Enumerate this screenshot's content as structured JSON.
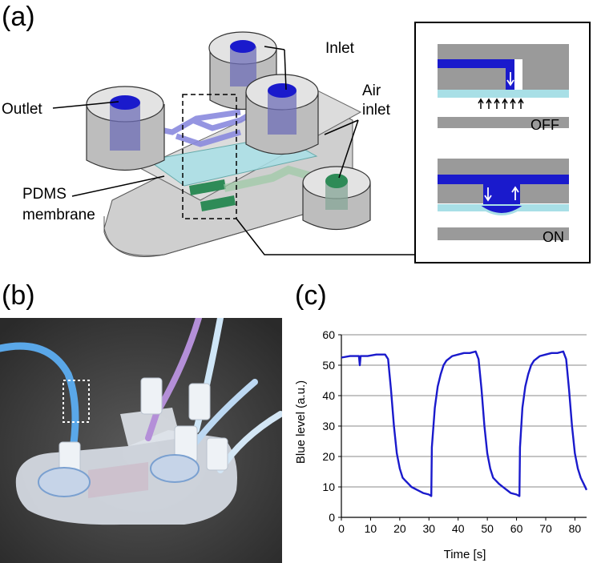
{
  "panels": {
    "a": "(a)",
    "b": "(b)",
    "c": "(c)"
  },
  "diagram": {
    "labels": {
      "inlet": "Inlet",
      "outlet": "Outlet",
      "air_inlet_line1": "Air",
      "air_inlet_line2": "inlet",
      "pdms_line1": "PDMS",
      "pdms_line2": "membrane"
    },
    "inset": {
      "state_off": "OFF",
      "state_on": "ON"
    },
    "colors": {
      "fluid": "#1a1acc",
      "membrane": "#a8dfe6",
      "air": "#2e8b57",
      "body": "#9a9a9a"
    }
  },
  "chart_data": {
    "type": "line",
    "xlabel": "Time [s]",
    "ylabel": "Blue level (a.u.)",
    "xlim": [
      0,
      84
    ],
    "ylim": [
      0,
      60
    ],
    "xticks": [
      0,
      10,
      20,
      30,
      40,
      50,
      60,
      70,
      80
    ],
    "yticks": [
      0,
      10,
      20,
      30,
      40,
      50,
      60
    ],
    "grid": "horizontal",
    "series": [
      {
        "color": "#1a1acc",
        "x": [
          0,
          3,
          6,
          6.3,
          6.6,
          9,
          12,
          15,
          16,
          17,
          18,
          19,
          20,
          21,
          22,
          23,
          24,
          26,
          28,
          30,
          30.8,
          31,
          32,
          33,
          34,
          35,
          36,
          38,
          40,
          42,
          44,
          46,
          47,
          48,
          49,
          50,
          51,
          52,
          53,
          54,
          56,
          58,
          60,
          61,
          61.2,
          62,
          63,
          64,
          65,
          66,
          68,
          70,
          72,
          74,
          76,
          77,
          78,
          79,
          80,
          81,
          82,
          83,
          84
        ],
        "y": [
          52.5,
          53,
          53,
          50,
          53,
          53,
          53.5,
          53.5,
          52,
          42,
          30,
          21,
          16,
          13,
          12,
          11,
          10,
          9,
          8,
          7.5,
          7,
          23,
          36,
          43,
          47,
          50,
          51.5,
          53,
          53.5,
          54,
          54,
          54.5,
          52,
          42,
          30,
          21,
          16,
          13,
          12,
          11,
          9.5,
          8,
          7.5,
          7,
          23,
          36,
          43,
          47,
          50,
          51.5,
          53,
          53.5,
          54,
          54,
          54.5,
          52,
          42,
          30,
          21,
          16,
          13,
          11,
          9
        ]
      }
    ]
  }
}
